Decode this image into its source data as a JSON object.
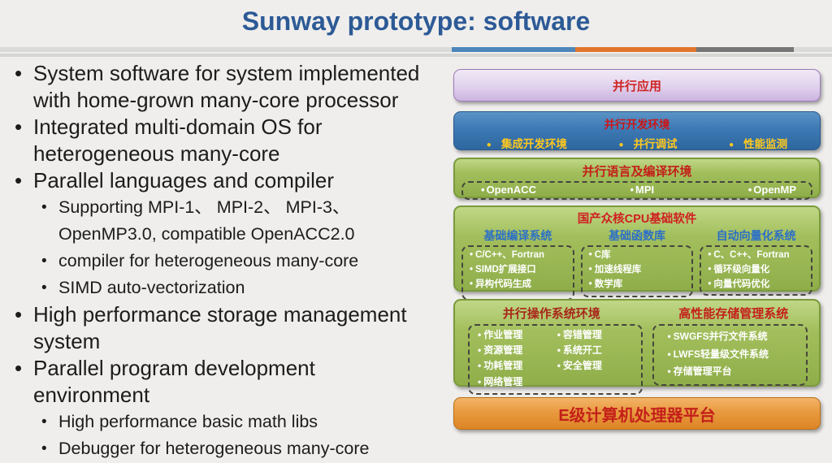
{
  "title": "Sunway prototype: software",
  "colors": {
    "title_blue": "#2d5a96",
    "red_text": "#c41f1a",
    "yellow_text": "#ffc91e",
    "blue_header": "#2b6fc8",
    "divider_blue": "#4d86bb",
    "divider_orange": "#e0762e",
    "divider_gray": "#767676",
    "purple_box": "#d9c6e8",
    "blue_box": "#3d79b5",
    "green_box": "#a3bf5d",
    "orange_box": "#e89a3e"
  },
  "bullets": [
    {
      "level": 1,
      "text": "System software for system implemented with home-grown many-core processor"
    },
    {
      "level": 1,
      "text": "Integrated multi-domain OS for heterogeneous many-core"
    },
    {
      "level": 1,
      "text": "Parallel languages and compiler"
    },
    {
      "level": 2,
      "text": "Supporting MPI-1、 MPI-2、 MPI-3、 OpenMP3.0, compatible OpenACC2.0"
    },
    {
      "level": 2,
      "text": "compiler for heterogeneous many-core"
    },
    {
      "level": 2,
      "text": "SIMD auto-vectorization"
    },
    {
      "level": 1,
      "text": "High performance storage management system"
    },
    {
      "level": 1,
      "text": "Parallel program development environment"
    },
    {
      "level": 2,
      "text": "High performance basic math libs"
    },
    {
      "level": 2,
      "text": "Debugger for heterogeneous many-core"
    }
  ],
  "diagram": {
    "app_box": {
      "label": "并行应用"
    },
    "dev_env_box": {
      "title": "并行开发环境",
      "items": [
        "集成开发环境",
        "并行调试",
        "性能监测"
      ]
    },
    "lang_box": {
      "title": "并行语言及编译环境",
      "items": [
        "OpenACC",
        "MPI",
        "OpenMP"
      ]
    },
    "cpu_base_box": {
      "title": "国产众核CPU基础软件",
      "columns": [
        {
          "header": "基础编译系统",
          "items": [
            "C/C++、Fortran",
            "SIMD扩展接口",
            "异构代码生成"
          ]
        },
        {
          "header": "基础函数库",
          "items": [
            "C库",
            "加速线程库",
            "数学库"
          ]
        },
        {
          "header": "自动向量化系统",
          "items": [
            "C、C++、Fortran",
            "循环级向量化",
            "向量代码优化"
          ]
        }
      ]
    },
    "os_storage_box": {
      "os": {
        "title": "并行操作系统环境",
        "items": [
          "作业管理",
          "容错管理",
          "资源管理",
          "系统开工",
          "功耗管理",
          "安全管理",
          "网络管理"
        ]
      },
      "storage": {
        "title": "高性能存储管理系统",
        "items": [
          "SWGFS并行文件系统",
          "LWFS轻量级文件系统",
          "存储管理平台"
        ]
      }
    },
    "platform_box": {
      "label": "E级计算机处理器平台"
    }
  }
}
